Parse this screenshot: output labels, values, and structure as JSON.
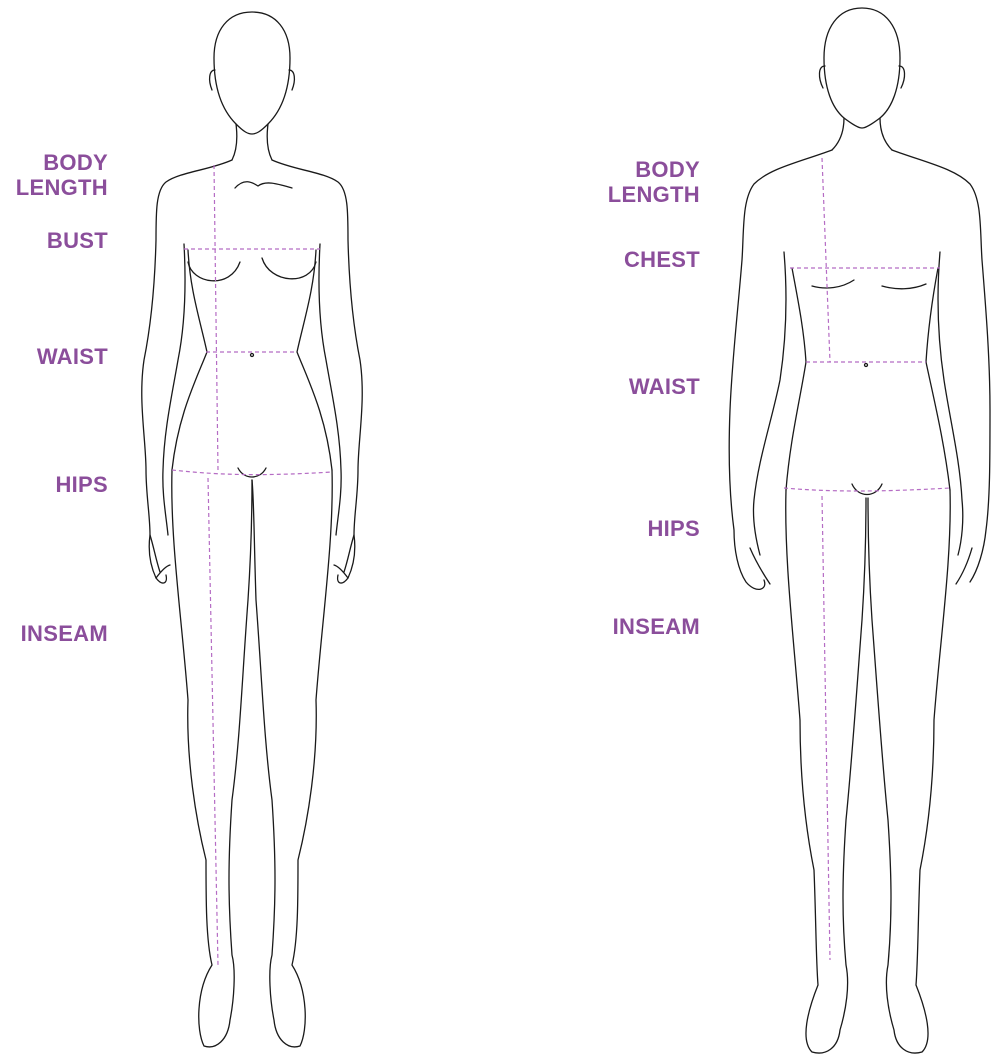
{
  "colors": {
    "label": "#8b4e9b",
    "measure_line": "#b56cc4",
    "outline": "#1a1a1a"
  },
  "female": {
    "labels": {
      "body_length_1": "BODY",
      "body_length_2": "LENGTH",
      "bust": "BUST",
      "waist": "WAIST",
      "hips": "HIPS",
      "inseam": "INSEAM"
    }
  },
  "male": {
    "labels": {
      "body_length_1": "BODY",
      "body_length_2": "LENGTH",
      "chest": "CHEST",
      "waist": "WAIST",
      "hips": "HIPS",
      "inseam": "INSEAM"
    }
  }
}
